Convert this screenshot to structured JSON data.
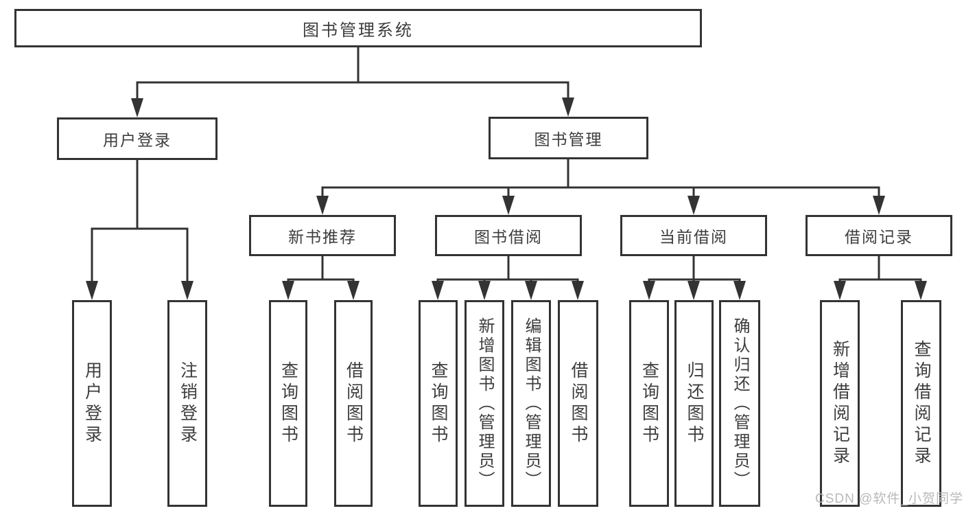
{
  "diagram_type": "hierarchy-tree",
  "tree": {
    "label": "图书管理系统",
    "children": [
      {
        "label": "用户登录",
        "children": [
          {
            "label": "用户登录"
          },
          {
            "label": "注销登录"
          }
        ]
      },
      {
        "label": "图书管理",
        "children": [
          {
            "label": "新书推荐",
            "children": [
              {
                "label": "查询图书"
              },
              {
                "label": "借阅图书"
              }
            ]
          },
          {
            "label": "图书借阅",
            "children": [
              {
                "label": "查询图书"
              },
              {
                "label": "新增图书（管理员）"
              },
              {
                "label": "编辑图书（管理员）"
              },
              {
                "label": "借阅图书"
              }
            ]
          },
          {
            "label": "当前借阅",
            "children": [
              {
                "label": "查询图书"
              },
              {
                "label": "归还图书"
              },
              {
                "label": "确认归还（管理员）"
              }
            ]
          },
          {
            "label": "借阅记录",
            "children": [
              {
                "label": "新增借阅记录"
              },
              {
                "label": "查询借阅记录"
              }
            ]
          }
        ]
      }
    ]
  },
  "watermark": {
    "text": "CSDN @软件_小贺同学"
  },
  "colors": {
    "line": "#333333",
    "box_border": "#333333",
    "text": "#3d3d3d",
    "watermark": "#b9b9b9",
    "background": "#ffffff"
  }
}
